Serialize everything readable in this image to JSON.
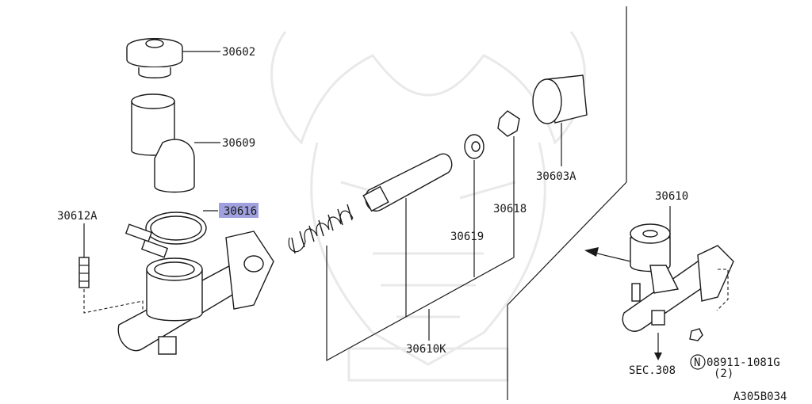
{
  "diagram": {
    "figure_code": "A305B034",
    "highlighted_part": "30616",
    "parts": [
      {
        "id": "p30602",
        "number": "30602"
      },
      {
        "id": "p30609",
        "number": "30609"
      },
      {
        "id": "p30616",
        "number": "30616"
      },
      {
        "id": "p30612A",
        "number": "30612A"
      },
      {
        "id": "p30619",
        "number": "30619"
      },
      {
        "id": "p30618",
        "number": "30618"
      },
      {
        "id": "p30603A",
        "number": "30603A"
      },
      {
        "id": "p30610K",
        "number": "30610K"
      },
      {
        "id": "p30610",
        "number": "30610"
      },
      {
        "id": "p08911",
        "number": "08911-1081G"
      },
      {
        "id": "p08911qty",
        "number": "(2)"
      },
      {
        "id": "sec308",
        "number": "SEC.308"
      },
      {
        "id": "nut_symbol",
        "number": "N"
      }
    ]
  }
}
